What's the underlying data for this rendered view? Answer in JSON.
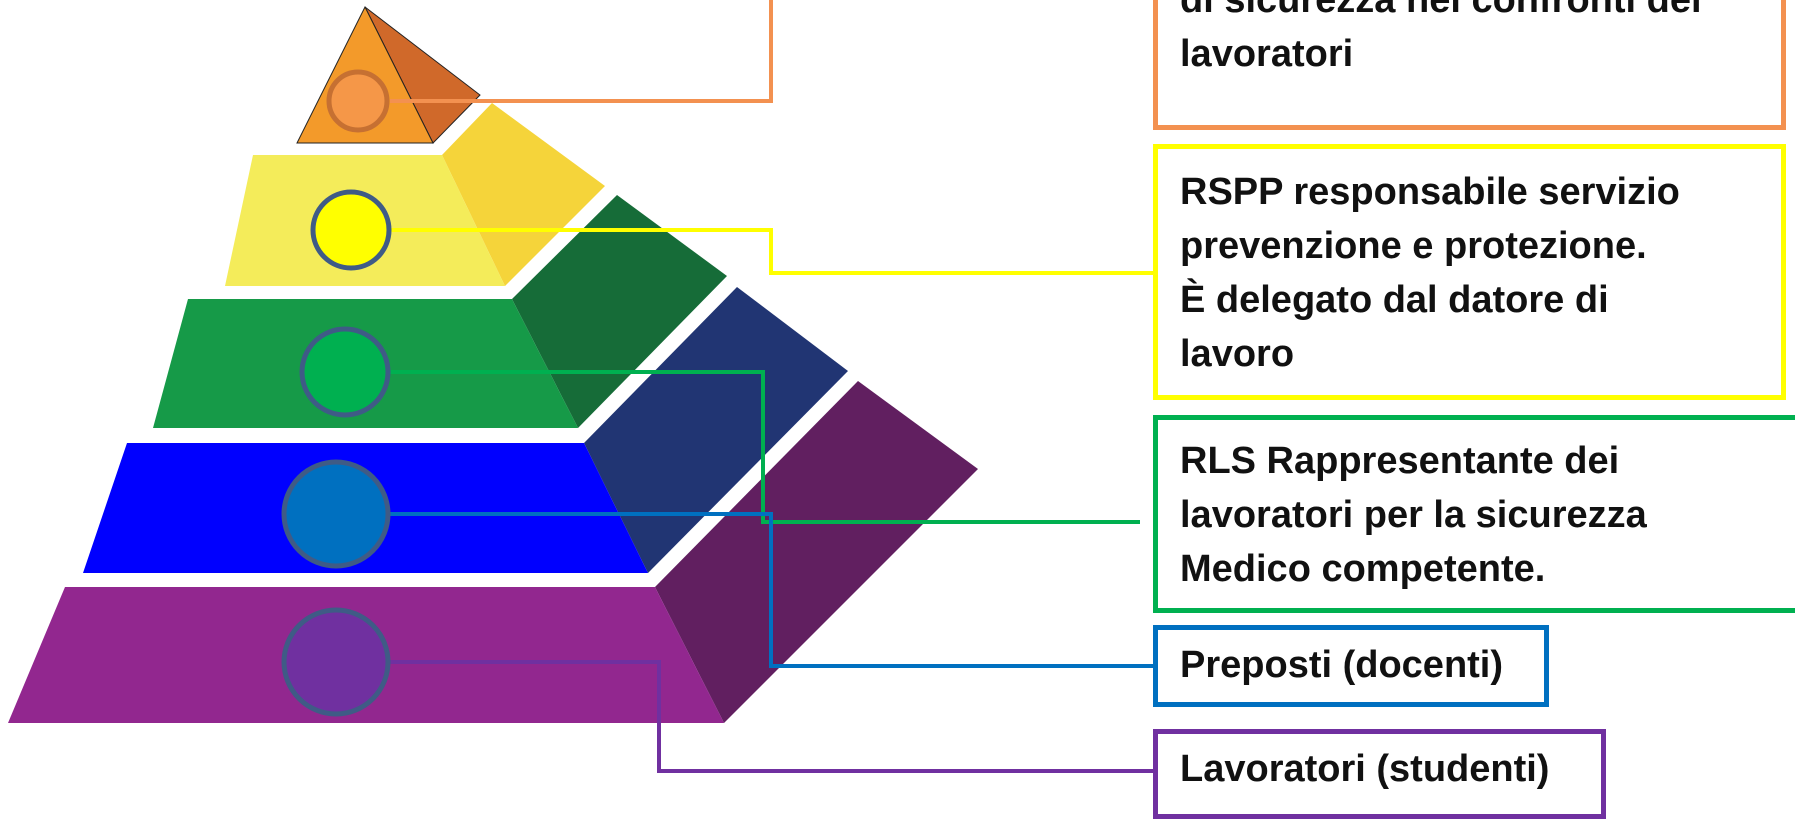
{
  "diagram": {
    "boxes": {
      "top": {
        "lines": [
          "di sicurezza nei confronti dei",
          "lavoratori"
        ],
        "color": "#f39150"
      },
      "yellow": {
        "lines": [
          "RSPP responsabile servizio",
          "prevenzione e protezione.",
          "È delegato dal datore di",
          "lavoro"
        ],
        "color": "#ffff00"
      },
      "green": {
        "lines": [
          "RLS Rappresentante dei",
          "lavoratori per la sicurezza",
          "Medico competente."
        ],
        "color": "#00b050"
      },
      "blue": {
        "lines": [
          "Preposti (docenti)"
        ],
        "color": "#0070c0"
      },
      "purple": {
        "lines": [
          "Lavoratori (studenti)"
        ],
        "color": "#7030a0"
      }
    },
    "tier_colors": {
      "orange_front": "#f39a2a",
      "orange_side": "#d0692a",
      "orange_circle": "#f59748",
      "yellow_front": "#f4ec5a",
      "yellow_side": "#f5d43a",
      "yellow_circle": "#ffff00",
      "green_front": "#169a48",
      "green_side": "#166c38",
      "green_circle": "#00b050",
      "blue_front": "#0000ff",
      "blue_side": "#213573",
      "blue_circle": "#0070c0",
      "purple_front": "#92278f",
      "purple_side": "#611f60",
      "purple_circle": "#7030a0",
      "circle_border": "#3f5b86"
    }
  }
}
